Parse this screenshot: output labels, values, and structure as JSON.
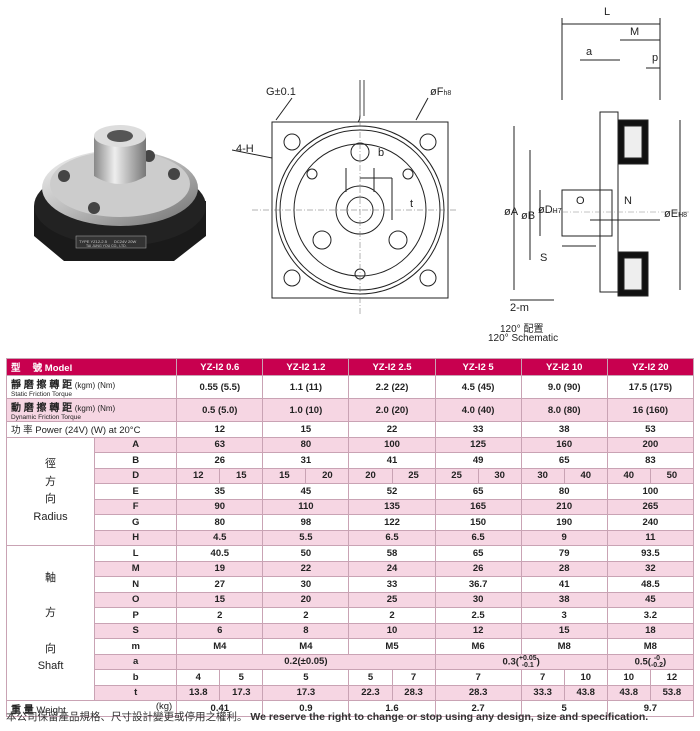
{
  "diagram": {
    "label_G": "G±0.1",
    "label_F": "øF",
    "label_F_sub": "h8",
    "label_4H": "4-H",
    "label_b": "b",
    "label_t": "t",
    "label_L": "L",
    "label_M": "M",
    "label_a": "a",
    "label_p": "p",
    "label_A": "øA",
    "label_B": "øB",
    "label_D": "øD",
    "label_D_sub": "H7",
    "label_O": "O",
    "label_N": "N",
    "label_E": "øE",
    "label_E_sub": "H8",
    "label_S": "S",
    "label_2m": "2-m",
    "label_120_cn": "120° 配置",
    "label_120_en": "120° Schematic",
    "nameplate_type": "TYPE YZ12-2.5",
    "nameplate_volt": "DC24V 20W",
    "nameplate_maker": "TAI JUNG YOU CO., LTD."
  },
  "table": {
    "header": {
      "model_cn": "型 　號",
      "model_en": "Model",
      "models": [
        "YZ-I2 0.6",
        "YZ-I2 1.2",
        "YZ-I2 2.5",
        "YZ-I2 5",
        "YZ-I2 10",
        "YZ-I2 20"
      ]
    },
    "static": {
      "cn": "靜 磨 擦 轉 距",
      "en": "Static Friction Torque",
      "unit": "(kgm) (Nm)",
      "values": [
        "0.55 (5.5)",
        "1.1 (11)",
        "2.2 (22)",
        "4.5 (45)",
        "9.0 (90)",
        "17.5 (175)"
      ]
    },
    "dynamic": {
      "cn": "動 磨 擦 轉 距",
      "en": "Dynamic Friction Torque",
      "unit": "(kgm) (Nm)",
      "values": [
        "0.5 (5.0)",
        "1.0 (10)",
        "2.0 (20)",
        "4.0 (40)",
        "8.0 (80)",
        "16 (160)"
      ]
    },
    "power": {
      "label": "功 率  Power  (24V) (W) at 20°C",
      "values": [
        "12",
        "15",
        "22",
        "33",
        "38",
        "53"
      ]
    },
    "radius_cat": {
      "c1": "徑",
      "c2": "方",
      "c3": "向",
      "en": "Radius"
    },
    "shaft_cat": {
      "c1": "軸",
      "c2": "方",
      "c3": "向",
      "en": "Shaft"
    },
    "rows": {
      "A": {
        "label": "A",
        "values": [
          "63",
          "80",
          "100",
          "125",
          "160",
          "200"
        ]
      },
      "B": {
        "label": "B",
        "values": [
          "26",
          "31",
          "41",
          "49",
          "65",
          "83"
        ]
      },
      "D": {
        "label": "D",
        "values": [
          "12",
          "15",
          "15",
          "20",
          "20",
          "25",
          "25",
          "30",
          "30",
          "40",
          "40",
          "50"
        ]
      },
      "E": {
        "label": "E",
        "values": [
          "35",
          "45",
          "52",
          "65",
          "80",
          "100"
        ]
      },
      "F": {
        "label": "F",
        "values": [
          "90",
          "110",
          "135",
          "165",
          "210",
          "265"
        ]
      },
      "G": {
        "label": "G",
        "values": [
          "80",
          "98",
          "122",
          "150",
          "190",
          "240"
        ]
      },
      "H": {
        "label": "H",
        "values": [
          "4.5",
          "5.5",
          "6.5",
          "6.5",
          "9",
          "11"
        ]
      },
      "L": {
        "label": "L",
        "values": [
          "40.5",
          "50",
          "58",
          "65",
          "79",
          "93.5"
        ]
      },
      "M": {
        "label": "M",
        "values": [
          "19",
          "22",
          "24",
          "26",
          "28",
          "32"
        ]
      },
      "N": {
        "label": "N",
        "values": [
          "27",
          "30",
          "33",
          "36.7",
          "41",
          "48.5"
        ]
      },
      "O": {
        "label": "O",
        "values": [
          "15",
          "20",
          "25",
          "30",
          "38",
          "45"
        ]
      },
      "P": {
        "label": "P",
        "values": [
          "2",
          "2",
          "2",
          "2.5",
          "3",
          "3.2"
        ]
      },
      "S": {
        "label": "S",
        "values": [
          "6",
          "8",
          "10",
          "12",
          "15",
          "18"
        ]
      },
      "m": {
        "label": "m",
        "values": [
          "M4",
          "M4",
          "M5",
          "M6",
          "M8",
          "M8"
        ]
      },
      "a": {
        "label": "a",
        "v1": "0.2(±0.05)",
        "v2_main": "0.3(",
        "v2_top": "+0.05",
        "v2_bot": "-0.1",
        "v2_end": ")",
        "v3_main": "0.5(",
        "v3_top": "-0",
        "v3_bot": "-0.2",
        "v3_end": ")"
      },
      "b": {
        "label": "b",
        "values": [
          "4",
          "5",
          "5",
          "5",
          "7",
          "7",
          "7",
          "10",
          "10",
          "12"
        ]
      },
      "t": {
        "label": "t",
        "values": [
          "13.8",
          "17.3",
          "17.3",
          "22.3",
          "28.3",
          "28.3",
          "33.3",
          "43.8",
          "43.8",
          "53.8"
        ]
      }
    },
    "weight": {
      "cn": "重 量",
      "en": "Weight",
      "unit": "(kg)",
      "values": [
        "0.41",
        "0.9",
        "1.6",
        "2.7",
        "5",
        "9.7"
      ]
    }
  },
  "footer": {
    "cn": "本公司保留產品規格、尺寸設計變更或停用之權利。",
    "en": "We reserve the right to change or stop using any design, size and specification."
  }
}
